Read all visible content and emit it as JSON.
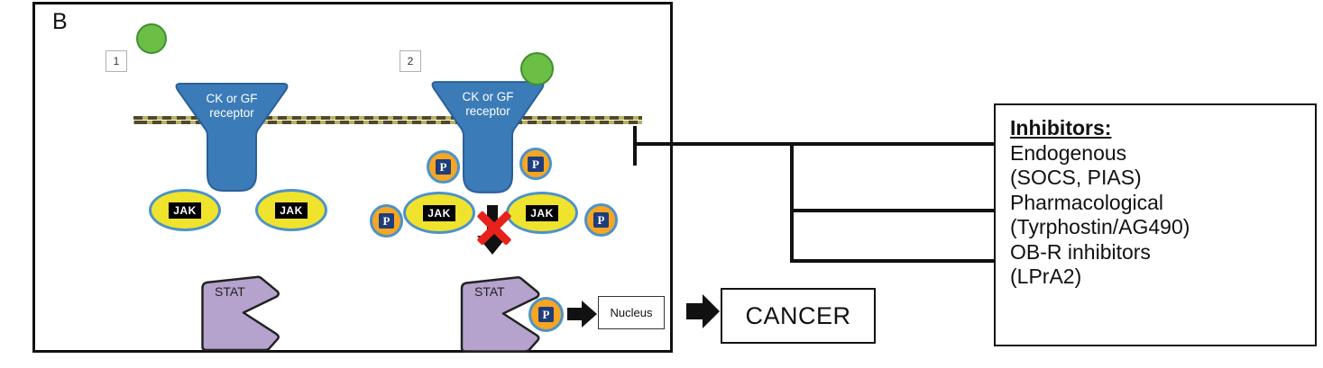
{
  "panel": {
    "label": "B",
    "sites": {
      "one": "1",
      "two": "2"
    }
  },
  "labels": {
    "receptor_line1": "CK or GF",
    "receptor_line2": "receptor",
    "jak": "JAK",
    "p": "P",
    "stat": "STAT",
    "nucleus": "Nucleus"
  },
  "cancer": {
    "label": "CANCER"
  },
  "inhibitors": {
    "title": "Inhibitors:",
    "lines": [
      "Endogenous",
      "(SOCS, PIAS)",
      "Pharmacological",
      "(Tyrphostin/AG490)",
      "OB-R inhibitors",
      "(LPrA2)"
    ]
  },
  "colors": {
    "receptor_blue": "#3b7bb8",
    "jak_yellow": "#efe32d",
    "phosphate_orange": "#f6a623",
    "ligand_green": "#6bbf45",
    "stat_purple": "#b5a2cd",
    "inhibit_red": "#e8211c",
    "membrane_olive": "#b9b065",
    "line_black": "#111111"
  }
}
